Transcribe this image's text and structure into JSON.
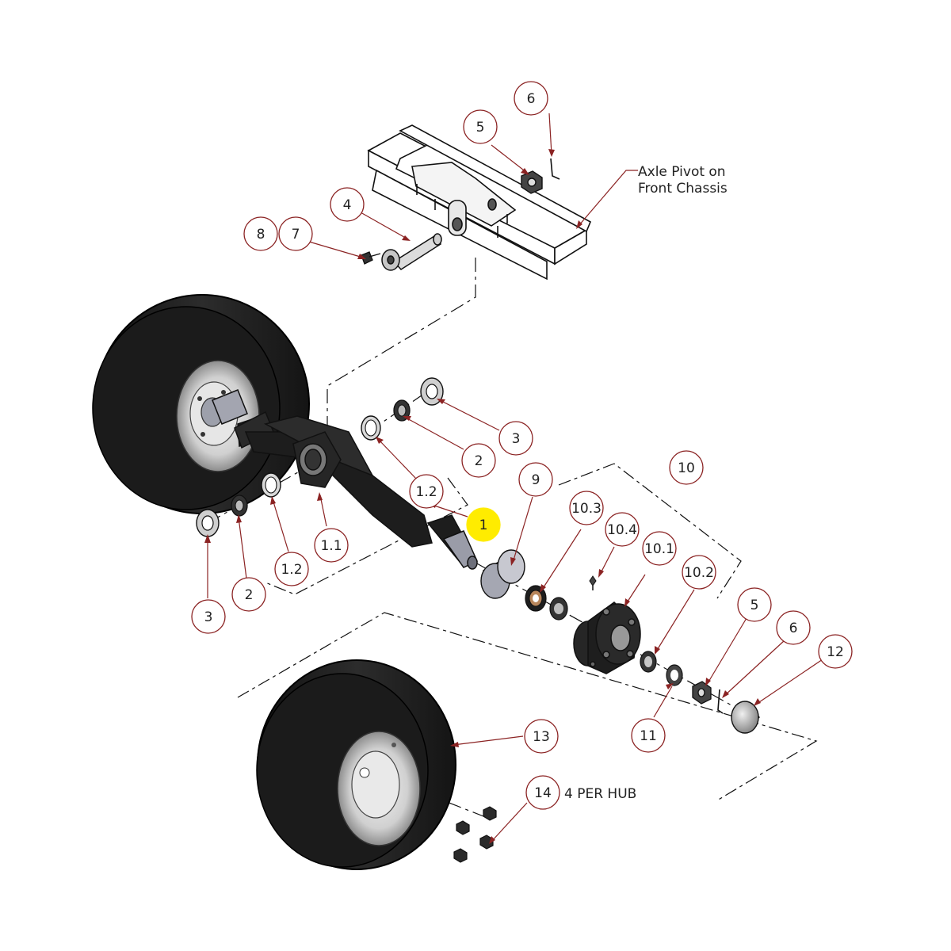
{
  "colors": {
    "balloon_stroke": "#8b2323",
    "leader": "#8b2323",
    "highlight": "#ffec00",
    "tire": "#1e1e1e",
    "rim": "#d9d9d9",
    "metal_dark": "#222222",
    "metal_light": "#9a9ca8",
    "phantom": "#111111"
  },
  "notes": {
    "axle_pivot_line1": "Axle Pivot on",
    "axle_pivot_line2": "Front Chassis",
    "per_hub": "4 PER HUB"
  },
  "balloons": [
    {
      "id": "6-top",
      "label": "6"
    },
    {
      "id": "5-top",
      "label": "5"
    },
    {
      "id": "4",
      "label": "4"
    },
    {
      "id": "8",
      "label": "8"
    },
    {
      "id": "7",
      "label": "7"
    },
    {
      "id": "3-right",
      "label": "3"
    },
    {
      "id": "2-right",
      "label": "2"
    },
    {
      "id": "1.2-right",
      "label": "1.2"
    },
    {
      "id": "1",
      "label": "1",
      "highlighted": true
    },
    {
      "id": "9",
      "label": "9"
    },
    {
      "id": "10",
      "label": "10"
    },
    {
      "id": "10.3",
      "label": "10.3"
    },
    {
      "id": "10.4",
      "label": "10.4"
    },
    {
      "id": "10.1",
      "label": "10.1"
    },
    {
      "id": "10.2",
      "label": "10.2"
    },
    {
      "id": "5-bottom",
      "label": "5"
    },
    {
      "id": "6-bottom",
      "label": "6"
    },
    {
      "id": "12",
      "label": "12"
    },
    {
      "id": "11",
      "label": "11"
    },
    {
      "id": "1.1",
      "label": "1.1"
    },
    {
      "id": "1.2-left",
      "label": "1.2"
    },
    {
      "id": "2-left",
      "label": "2"
    },
    {
      "id": "3-left",
      "label": "3"
    },
    {
      "id": "13",
      "label": "13"
    },
    {
      "id": "14",
      "label": "14"
    }
  ]
}
